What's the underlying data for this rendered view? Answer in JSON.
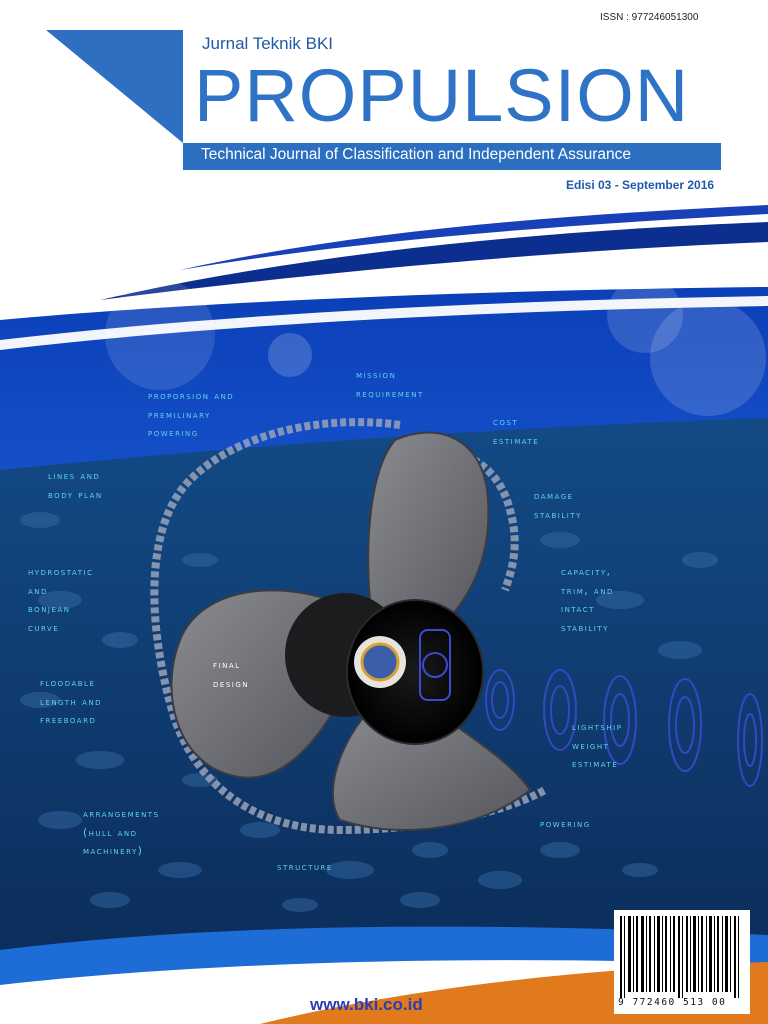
{
  "header": {
    "issn": "ISSN : 977246051300",
    "subtitle": "Jurnal Teknik BKI",
    "title": "PROPULSION",
    "tagline": "Technical Journal of Classification and Independent Assurance",
    "edition": "Edisi 03 - September 2016"
  },
  "spiral_labels": [
    {
      "id": "mission",
      "lines": [
        "Mission",
        "Requirement"
      ]
    },
    {
      "id": "cost",
      "lines": [
        "COst",
        "Estimate"
      ]
    },
    {
      "id": "proporsion",
      "lines": [
        "Proporsion and",
        "Premilinary",
        "Powering"
      ]
    },
    {
      "id": "lines",
      "lines": [
        "Lines and",
        "Body Plan"
      ]
    },
    {
      "id": "damage",
      "lines": [
        "Damage",
        "Stability"
      ]
    },
    {
      "id": "hydrostatic",
      "lines": [
        "Hydrostatic",
        "and",
        "Bonjean",
        "Curve"
      ]
    },
    {
      "id": "capacity",
      "lines": [
        "Capacity,",
        "Trim, and",
        "Intact",
        "Stability"
      ]
    },
    {
      "id": "floodable",
      "lines": [
        "Floodable",
        "Length and",
        "Freeboard"
      ]
    },
    {
      "id": "final",
      "lines": [
        "Final",
        "Design"
      ]
    },
    {
      "id": "lightship",
      "lines": [
        "Lightship",
        "Weight",
        "Estimate"
      ]
    },
    {
      "id": "arrangements",
      "lines": [
        "Arrangements",
        "(hull and",
        "Machinery)"
      ]
    },
    {
      "id": "powering",
      "lines": [
        "Powering"
      ]
    },
    {
      "id": "structure",
      "lines": [
        "Structure"
      ]
    }
  ],
  "footer": {
    "url": "www.bki.co.id",
    "barcode_number": "9 772460 513 00"
  },
  "colors": {
    "brand_blue": "#2f73c6",
    "label_cyan": "#5fd4e8",
    "deep_blue": "#0a2a6e",
    "orange": "#e07a1c"
  }
}
